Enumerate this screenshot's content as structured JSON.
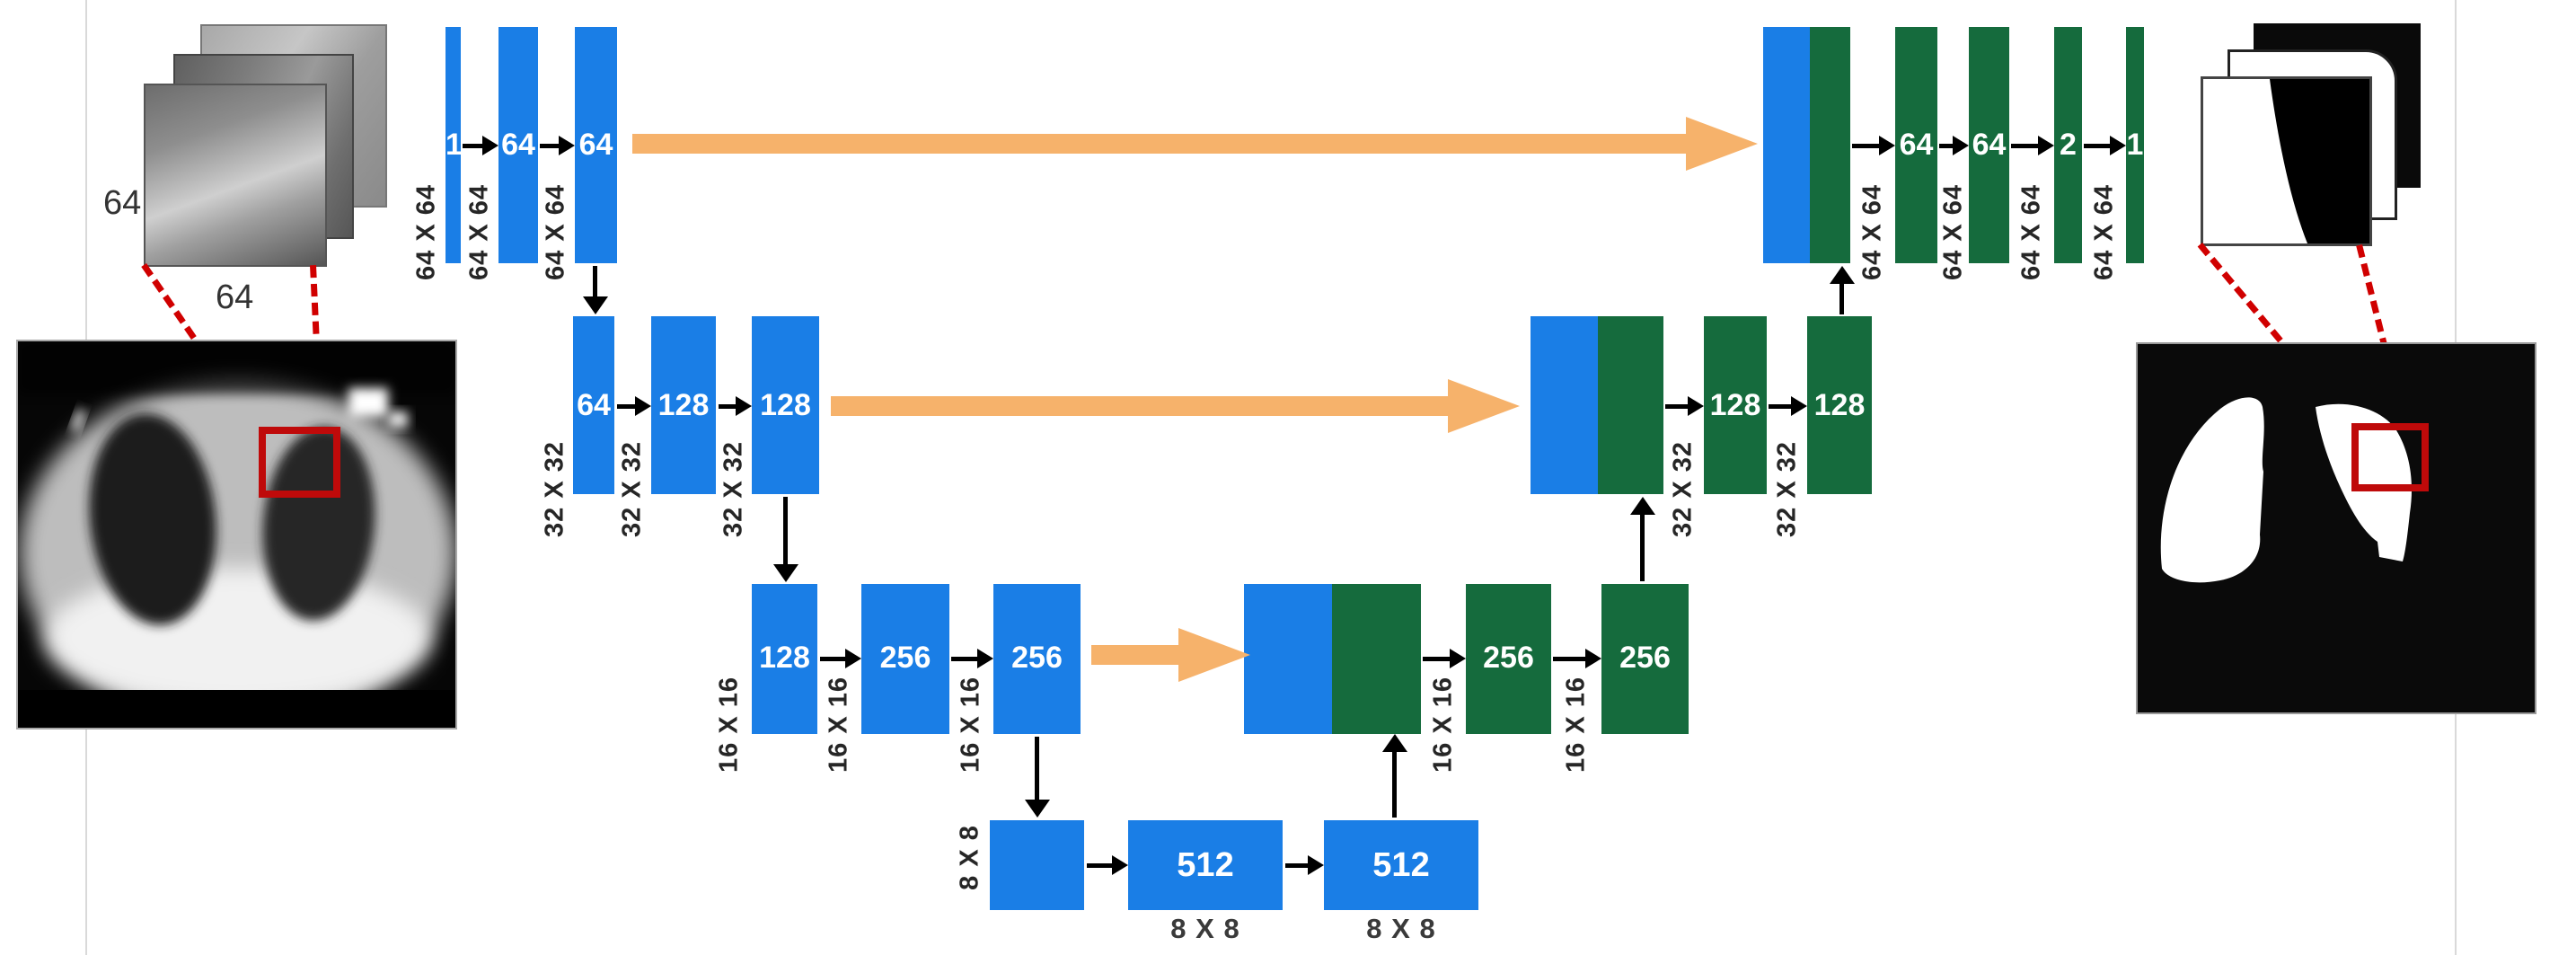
{
  "figure": {
    "description_labels": {
      "patch_height": "64",
      "patch_width": "64"
    },
    "encoder": {
      "level1": {
        "size_label": "64 X 64",
        "channels": [
          "1",
          "64",
          "64"
        ]
      },
      "level2": {
        "size_label": "32 X 32",
        "channels": [
          "64",
          "128",
          "128"
        ]
      },
      "level3": {
        "size_label": "16 X 16",
        "channels": [
          "128",
          "256",
          "256"
        ]
      },
      "bottleneck": {
        "size_label": "8 X 8",
        "channels": [
          "512",
          "512"
        ]
      }
    },
    "decoder": {
      "level3": {
        "size_label": "16 X 16",
        "channels": [
          "256",
          "256"
        ]
      },
      "level2": {
        "size_label": "32 X 32",
        "channels": [
          "128",
          "128"
        ]
      },
      "level1": {
        "size_label": "64 X 64",
        "channels": [
          "64",
          "64",
          "2",
          "1"
        ]
      }
    },
    "colors": {
      "encoder_blue": "#1a7ee6",
      "decoder_green": "#156b3d",
      "skip_orange": "#f6b26b",
      "highlight_red": "#bf0a0a"
    }
  }
}
